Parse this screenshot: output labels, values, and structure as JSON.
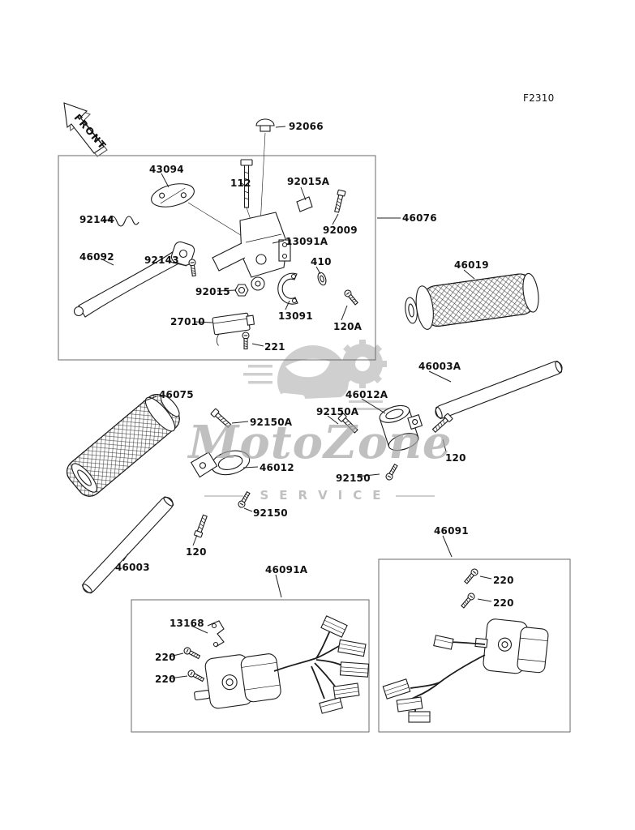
{
  "figure": {
    "code": "F2310"
  },
  "orientation": {
    "front_label": "FRONT"
  },
  "watermark": {
    "brand": "MotoZone",
    "subtitle": "SERVICE"
  },
  "labels": {
    "p92066": "92066",
    "p43094": "43094",
    "p112": "112",
    "p92015a": "92015A",
    "p92144": "92144",
    "p92009": "92009",
    "p46076": "46076",
    "p13091a": "13091A",
    "p46092": "46092",
    "p92143": "92143",
    "p410": "410",
    "p46019": "46019",
    "p92015": "92015",
    "p13091": "13091",
    "p27010": "27010",
    "p120a": "120A",
    "p221": "221",
    "p46075": "46075",
    "p46003a": "46003A",
    "p92150a_left": "92150A",
    "p92150a_right": "92150A",
    "p46012a": "46012A",
    "p46012": "46012",
    "p120_right": "120",
    "p92150_right": "92150",
    "p92150_left": "92150",
    "p120_left": "120",
    "p46003": "46003",
    "p46091a": "46091A",
    "p46091": "46091",
    "p220_right1": "220",
    "p220_right2": "220",
    "p13168": "13168",
    "p220_left1": "220",
    "p220_left2": "220"
  }
}
